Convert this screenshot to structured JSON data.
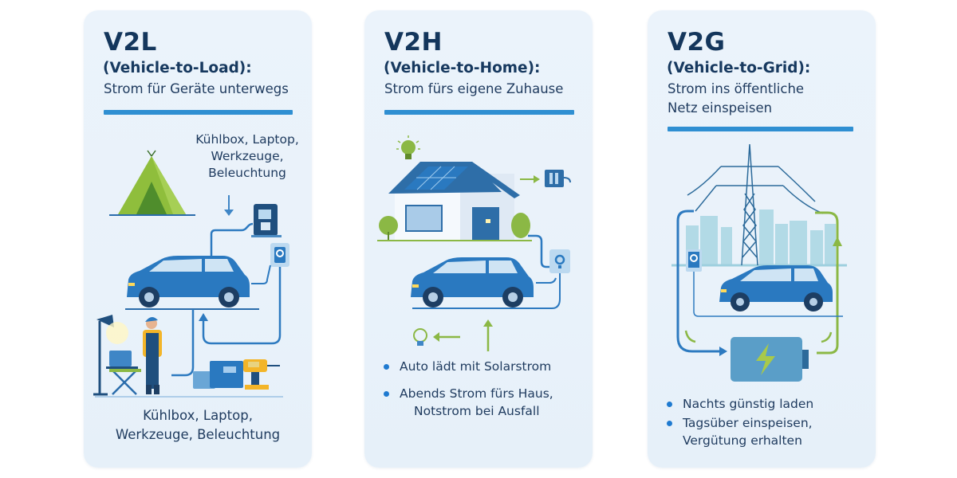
{
  "panels": [
    {
      "id": "v2l",
      "code": "V2L",
      "full_name": "(Vehicle-to-Load):",
      "subtitle_lines": [
        "Strom für Geräte unterwegs"
      ],
      "top_label_lines": [
        "Kühlbox, Laptop,",
        "Werkzeuge,",
        "Beleuchtung"
      ],
      "bottom_label_lines": [
        "Kühlbox, Laptop,",
        "Werkzeuge, Beleuchtung"
      ],
      "icons": [
        "tent-icon",
        "coffee-machine-icon",
        "wallbox-icon",
        "car-icon",
        "lamp-icon",
        "laptop-icon",
        "worker-icon",
        "tools-icon",
        "arrow-down-icon",
        "arrow-up-icon"
      ]
    },
    {
      "id": "v2h",
      "code": "V2H",
      "full_name": "(Vehicle-to-Home):",
      "subtitle_lines": [
        "Strom fürs eigene Zuhause"
      ],
      "bullets": [
        [
          "Auto lädt mit Solarstrom"
        ],
        [
          "Abends Strom fürs Haus,",
          "Notstrom bei Ausfall"
        ]
      ],
      "icons": [
        "house-icon",
        "solar-panel-icon",
        "lightbulb-icon",
        "inverter-icon",
        "wallbox-icon",
        "car-icon",
        "arrow-left-icon",
        "arrow-up-icon"
      ]
    },
    {
      "id": "v2g",
      "code": "V2G",
      "full_name": "(Vehicle-to-Grid):",
      "subtitle_lines": [
        "Strom ins öffentliche",
        "Netz einspeisen"
      ],
      "bullets": [
        [
          "Nachts günstig laden"
        ],
        [
          "Tagsüber  einspeisen,",
          "Vergütung erhalten"
        ]
      ],
      "icons": [
        "power-pylon-icon",
        "city-skyline-icon",
        "wallbox-icon",
        "car-icon",
        "battery-icon",
        "lightning-icon",
        "arrow-up-icon",
        "arrow-right-icon"
      ]
    }
  ],
  "colors": {
    "panel_bg": "#eaf2fa",
    "title": "#14365c",
    "accent_blue": "#2f8fd2",
    "car_blue": "#2a79c0",
    "flow_green": "#8bb845",
    "bullet_blue": "#1f7ad0"
  }
}
